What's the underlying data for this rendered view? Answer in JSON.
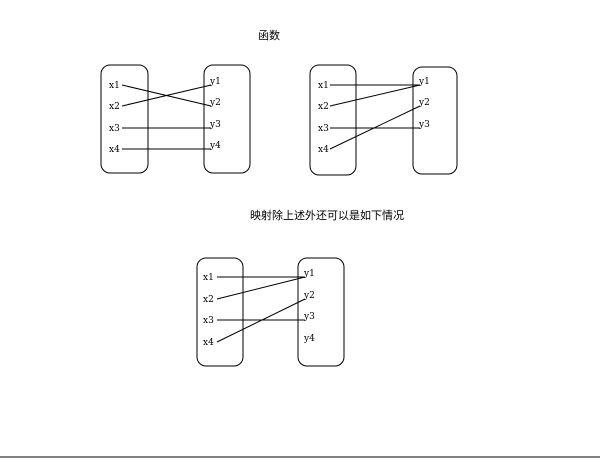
{
  "title": "函数",
  "caption": "映射除上述外还可以是如下情况",
  "diagrams": [
    {
      "name": "diagram-one-to-one",
      "domain": [
        "x1",
        "x2",
        "x3",
        "x4"
      ],
      "codomain": [
        "y1",
        "y2",
        "y3",
        "y4"
      ],
      "edges": [
        [
          0,
          1
        ],
        [
          1,
          0
        ],
        [
          2,
          2
        ],
        [
          3,
          3
        ]
      ]
    },
    {
      "name": "diagram-many-to-one",
      "domain": [
        "x1",
        "x2",
        "x3",
        "x4"
      ],
      "codomain": [
        "y1",
        "y2",
        "y3"
      ],
      "edges": [
        [
          0,
          0
        ],
        [
          1,
          0
        ],
        [
          2,
          2
        ],
        [
          3,
          1
        ]
      ]
    },
    {
      "name": "diagram-not-onto",
      "domain": [
        "x1",
        "x2",
        "x3",
        "x4"
      ],
      "codomain": [
        "y1",
        "y2",
        "y3",
        "y4"
      ],
      "edges": [
        [
          0,
          0
        ],
        [
          1,
          0
        ],
        [
          2,
          2
        ],
        [
          3,
          1
        ]
      ]
    }
  ],
  "colors": {
    "stroke": "#000000",
    "background": "#ffffff"
  }
}
